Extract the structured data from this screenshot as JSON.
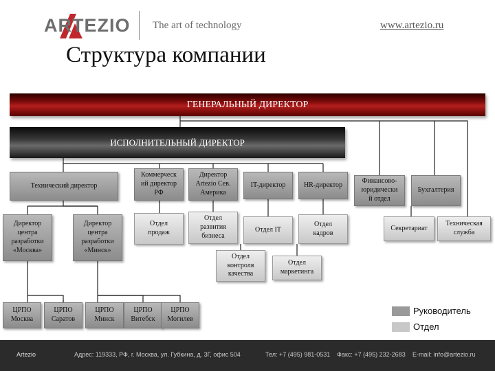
{
  "header": {
    "logo_text": "ARTEZIO",
    "tagline": "The art of technology",
    "url": "www.artezio.ru"
  },
  "title": "Структура компании",
  "org": {
    "general_director": "ГЕНЕРАЛЬНЫЙ ДИРЕКТОР",
    "executive_director": "ИСПОЛНИТЕЛЬНЫЙ ДИРЕКТОР",
    "technical_director": "Технический директор",
    "commercial_director": "Коммерческ\nий директор\nРФ",
    "usa_director": "Директор\nArtezio Сев.\nАмерика",
    "it_director": "IT-директор",
    "hr_director": "HR-директор",
    "finance_legal": "Финансово-\nюридически\nй отдел",
    "accounting": "Бухгалтерия",
    "dev_moscow": "Директор\nцентра\nразработки\n«Москва»",
    "dev_minsk": "Директор\nцентра\nразработки\n«Минск»",
    "sales_dept": "Отдел\nпродаж",
    "biz_dev_dept": "Отдел\nразвития\nбизнеса",
    "it_dept": "Отдел IT",
    "hr_dept": "Отдел\nкадров",
    "secretariat": "Секретариат",
    "tech_service": "Техническая\nслужба",
    "qa_dept": "Отдел\nконтроля\nкачества",
    "marketing_dept": "Отдел\nмаркетинга",
    "centers": [
      "ЦРПО\nМосква",
      "ЦРПО\nСаратов",
      "ЦРПО\nМинск",
      "ЦРПО\nВитебск",
      "ЦРПО\nМогилев"
    ]
  },
  "legend": {
    "head_label": "Руководитель",
    "dept_label": "Отдел",
    "head_color": "#9a9a9a",
    "dept_color": "#c8c8c8"
  },
  "footer": {
    "company": "Artezio",
    "address": "Адрес: 119333, РФ, г. Москва, ул. Губкина, д. 3Г, офис 504",
    "phone": "Тел: +7 (495) 981-0531",
    "fax": "Факс: +7 (495) 232-2683",
    "email": "E-mail: info@artezio.ru"
  },
  "colors": {
    "brand_red": "#b31e1e",
    "footer_bg": "#2b2b2b"
  }
}
